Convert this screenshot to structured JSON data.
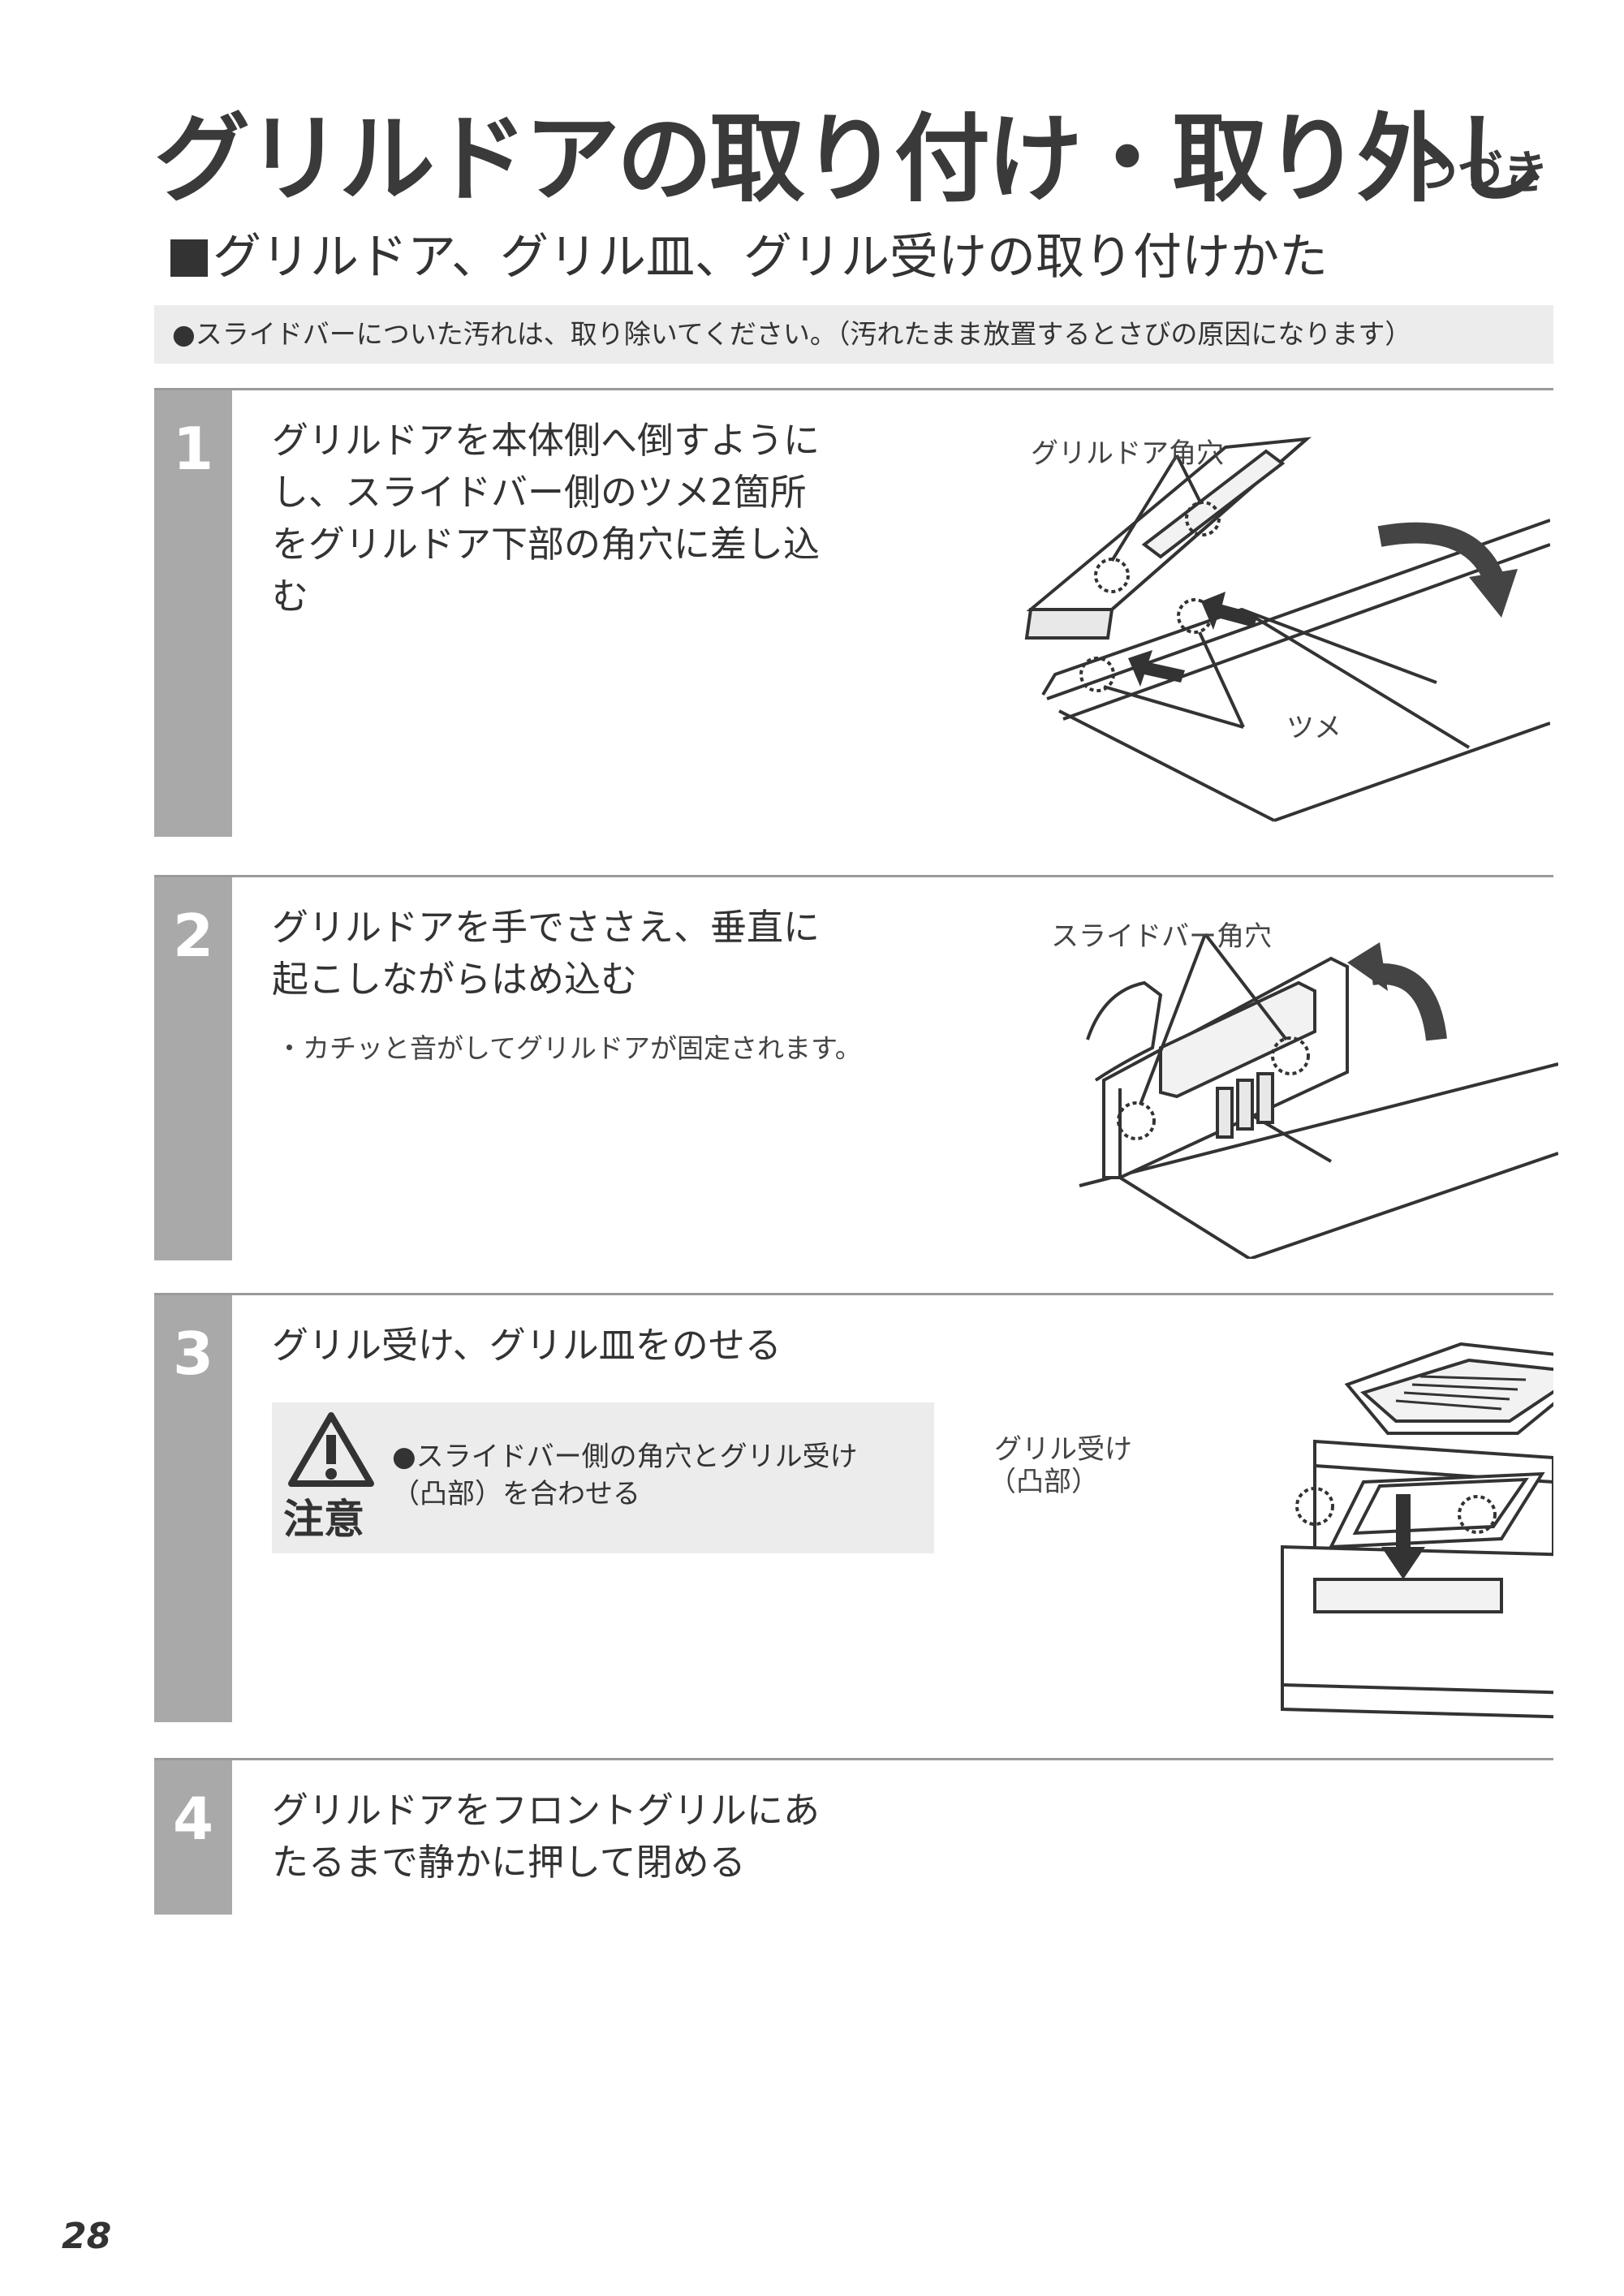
{
  "header": {
    "title": "グリルドアの取り付け・取り外し",
    "continued": "つづき",
    "subtitle": "グリルドア、グリル皿、グリル受けの取り付けかた"
  },
  "note": "●スライドバーについた汚れは、取り除いてください。（汚れたまま放置するとさびの原因になります）",
  "steps": [
    {
      "number": "1",
      "text": "グリルドアを本体側へ倒すようにし、スライドバー側のツメ2箇所をグリルドア下部の角穴に差し込む",
      "labels": [
        "グリルドア角穴",
        "ツメ"
      ]
    },
    {
      "number": "2",
      "text": "グリルドアを手でささえ、垂直に起こしながらはめ込む",
      "sub": "・カチッと音がしてグリルドアが固定されます。",
      "labels": [
        "スライドバー角穴"
      ]
    },
    {
      "number": "3",
      "text": "グリル受け、グリル皿をのせる",
      "caution_title": "注意",
      "caution_text": "●スライドバー側の角穴とグリル受け（凸部）を合わせる",
      "labels": [
        "グリル受け",
        "（凸部）"
      ]
    },
    {
      "number": "4",
      "text": "グリルドアをフロントグリルにあたるまで静かに押して閉める"
    }
  ],
  "page_number": "28"
}
